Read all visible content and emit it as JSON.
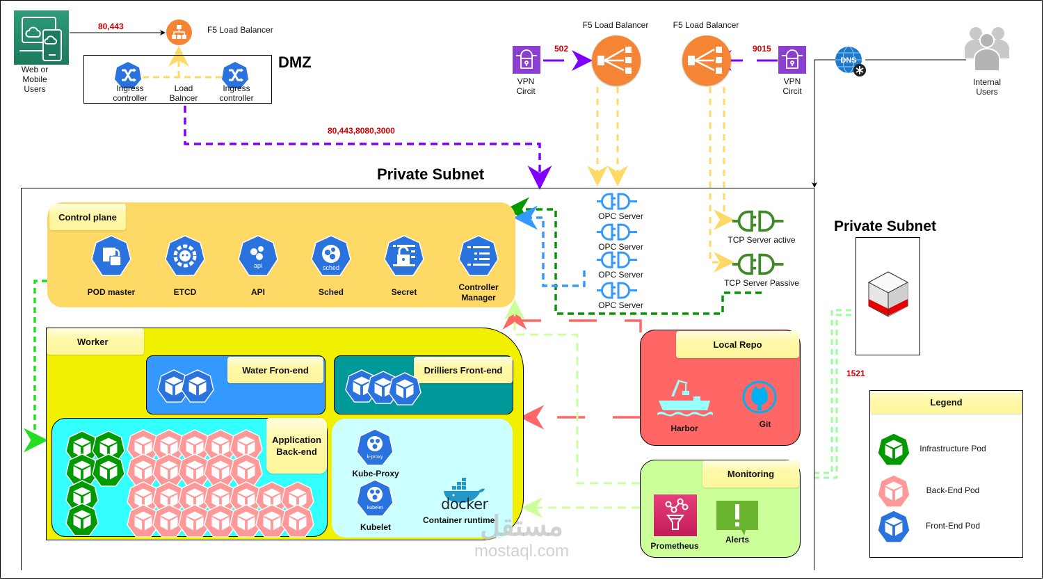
{
  "external": {
    "web_users": {
      "label": "Web or Mobile Users",
      "lines": [
        "Web or",
        "Mobile",
        "Users"
      ]
    },
    "internal_users": {
      "lines": [
        "Internal",
        "Users"
      ]
    },
    "f5_top_left": "F5 Load Balancer",
    "f5_center": "F5 Load Balancer",
    "f5_right": "F5 Load Balancer",
    "vpn_left": {
      "lines": [
        "VPN",
        "Circit"
      ]
    },
    "vpn_right": {
      "lines": [
        "VPN",
        "Circit"
      ]
    },
    "dns": "DNS"
  },
  "ports": {
    "web_to_f5": "80,443",
    "vpn_left": "502",
    "vpn_right": "9015",
    "dmz_to_private": "80,443,8080,3000",
    "db": "1521"
  },
  "dmz": {
    "title": "DMZ",
    "items": [
      {
        "lines": [
          "Ingress",
          "controller"
        ]
      },
      {
        "lines": [
          "Load",
          "Balncer"
        ]
      },
      {
        "lines": [
          "Ingress",
          "controller"
        ]
      }
    ]
  },
  "private_subnet_main": {
    "title": "Private Subnet"
  },
  "private_subnet_db": {
    "title": "Private Subnet"
  },
  "control_plane": {
    "title": "Control plane",
    "items": [
      {
        "label": "POD master",
        "icon": "pod-lock-icon"
      },
      {
        "label": "ETCD",
        "icon": "etcd-icon"
      },
      {
        "label": "API",
        "icon": "api-icon",
        "badge": "api"
      },
      {
        "label": "Sched",
        "icon": "scheduler-icon",
        "badge": "sched"
      },
      {
        "label": "Secret",
        "icon": "secret-icon"
      },
      {
        "label": "Controller Manager",
        "lines": [
          "Controller",
          "Manager"
        ],
        "icon": "controller-manager-icon"
      }
    ]
  },
  "opc_servers": [
    "OPC Server",
    "OPC Server",
    "OPC Server",
    "OPC Server"
  ],
  "tcp_servers": [
    "TCP Server active",
    "TCP Server Passive"
  ],
  "worker": {
    "title": "Worker",
    "water_frontend": {
      "title": "Water Fron-end",
      "pod_count": 2
    },
    "drilliers_frontend": {
      "title": "Drilliers Front-end",
      "pod_count": 3
    },
    "app_backend": {
      "title_lines": [
        "Application",
        "Back-end"
      ],
      "infra_pod_count": 6,
      "backend_pod_count": 24
    },
    "node_components": {
      "kube_proxy": {
        "label": "Kube-Proxy",
        "badge": "k-proxy"
      },
      "kubelet": {
        "label": "Kubelet",
        "badge": "kubelet"
      },
      "docker": {
        "wordmark": "docker",
        "label": "Container runtime"
      }
    }
  },
  "local_repo": {
    "title": "Local Repo",
    "items": [
      {
        "label": "Harbor"
      },
      {
        "label": "Git"
      }
    ]
  },
  "monitoring": {
    "title": "Monitoring",
    "items": [
      {
        "label": "Prometheus"
      },
      {
        "label": "Alerts"
      }
    ]
  },
  "legend": {
    "title": "Legend",
    "items": [
      {
        "label": "Infrastructure Pod",
        "color": "#009900"
      },
      {
        "label": "Back-End Pod",
        "color": "#ff9999"
      },
      {
        "label": "Front-End Pod",
        "color": "#2a72de"
      }
    ]
  },
  "colors": {
    "k8s_blue": "#2a72de",
    "infra_green": "#009900",
    "backend_pink": "#ff9999",
    "control_plane_bg": "#ffd966",
    "worker_bg": "#f0f000",
    "water_bg": "#3399ff",
    "drilliers_bg": "#009999",
    "backend_bg": "#33ffff",
    "node_bg": "#ccffff",
    "repo_bg": "#ff6666",
    "monitoring_bg": "#ccff99",
    "port_red": "#d00000",
    "purple": "#7f00ff",
    "orange": "#f58534"
  },
  "watermark": {
    "arabic": "مستقل",
    "latin": "mostaql.com"
  }
}
